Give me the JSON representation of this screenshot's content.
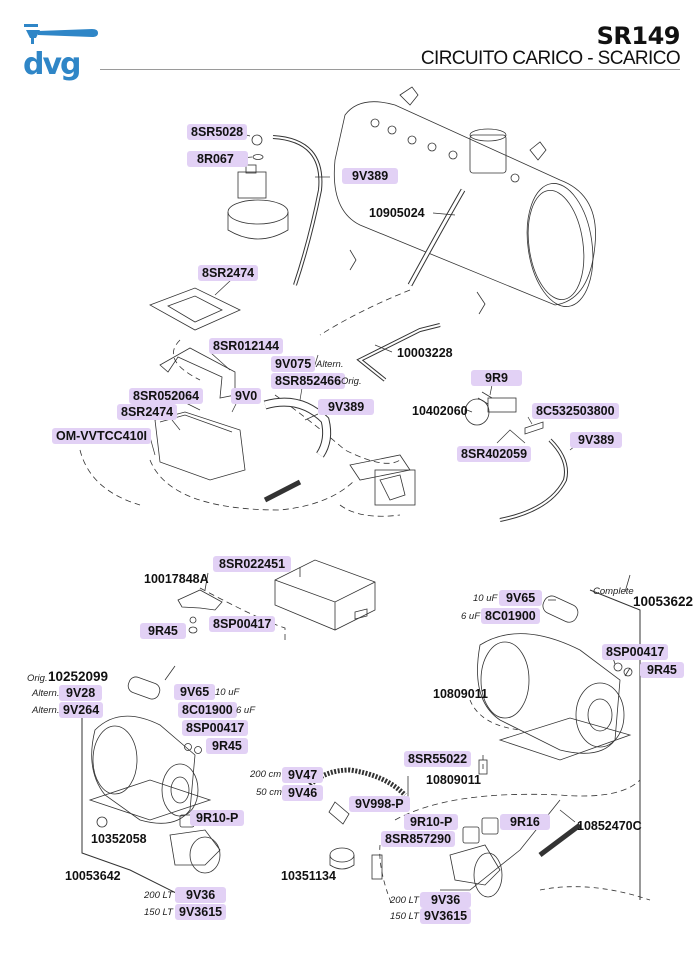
{
  "header": {
    "logo_text": "dvg",
    "code": "SR149",
    "title": "CIRCUITO CARICO - SCARICO",
    "brand_color": "#2f86c7",
    "label_highlight_color": "#e2d1f5"
  },
  "labels": {
    "l8SR5028": "8SR5028",
    "l8R067": "8R067",
    "l9V389a": "9V389",
    "l10905024": "10905024",
    "l8SR2474a": "8SR2474",
    "l8SR012144": "8SR012144",
    "l9V075": "9V075",
    "l8SR852466": "8SR852466",
    "l10003228": "10003228",
    "l8SR052064": "8SR052064",
    "l9V0": "9V0",
    "l9V389b": "9V389",
    "l8SR2474b": "8SR2474",
    "lOMVVTCC410I": "OM-VVTCC410I",
    "l9R9": "9R9",
    "l10402060": "10402060",
    "l8C532503800": "8C532503800",
    "l9V389c": "9V389",
    "l8SR402059": "8SR402059",
    "l8SR022451": "8SR022451",
    "l10017848A": "10017848A",
    "l8SP00417a": "8SP00417",
    "l9R45a": "9R45",
    "l9V65a": "9V65",
    "l8C01900a": "8C01900",
    "l10053622": "10053622",
    "l8SP00417b": "8SP00417",
    "l9R45b": "9R45",
    "l10809011a": "10809011",
    "l10252099": "10252099",
    "l9V28": "9V28",
    "l9V264": "9V264",
    "l9V65b": "9V65",
    "l8C01900b": "8C01900",
    "l8SP00417c": "8SP00417",
    "l9R45c": "9R45",
    "l8SR55022": "8SR55022",
    "l10809011b": "10809011",
    "l9V47": "9V47",
    "l9V46": "9V46",
    "l9V998P": "9V998-P",
    "l9R10Pa": "9R10-P",
    "l10352058": "10352058",
    "l9R10Pb": "9R10-P",
    "l8SR857290": "8SR857290",
    "l9R16": "9R16",
    "l10852470C": "10852470C",
    "l10053642": "10053642",
    "l10351134": "10351134",
    "l9V36a": "9V36",
    "l9V3615a": "9V3615",
    "l9V36b": "9V36",
    "l9V3615b": "9V3615"
  },
  "notes": {
    "altern1": "Altern.",
    "orig1": "Orig.",
    "uf10a": "10 uF",
    "uf6a": "6 uF",
    "complete": "Complete",
    "orig2": "Orig.",
    "altern2": "Altern.",
    "altern3": "Altern.",
    "uf10b": "10 uF",
    "uf6b": "6 uF",
    "cm200": "200 cm",
    "cm50": "50 cm",
    "lt200a": "200 LT",
    "lt150a": "150 LT",
    "lt200b": "200 LT",
    "lt150b": "150 LT"
  }
}
